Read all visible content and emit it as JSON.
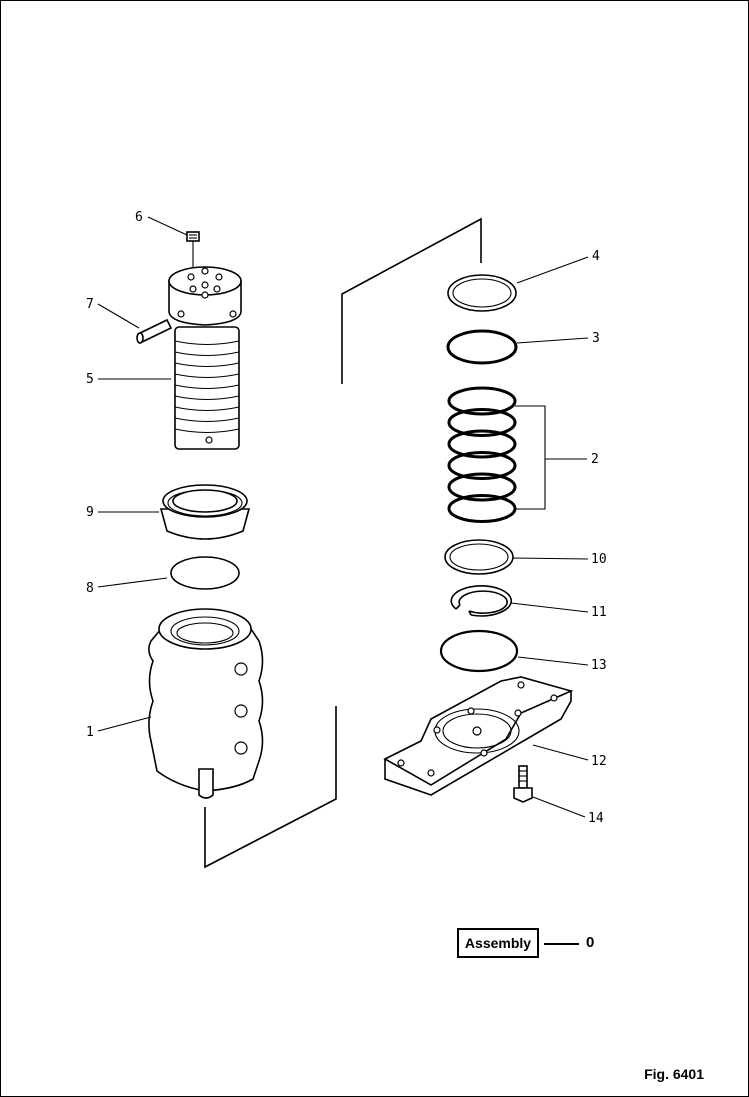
{
  "callouts": {
    "c1": "1",
    "c2": "2",
    "c3": "3",
    "c4": "4",
    "c5": "5",
    "c6": "6",
    "c7": "7",
    "c8": "8",
    "c9": "9",
    "c10": "10",
    "c11": "11",
    "c12": "12",
    "c13": "13",
    "c14": "14"
  },
  "assembly": {
    "label": "Assembly",
    "ref": "0"
  },
  "figure": {
    "label": "Fig. 6401"
  }
}
